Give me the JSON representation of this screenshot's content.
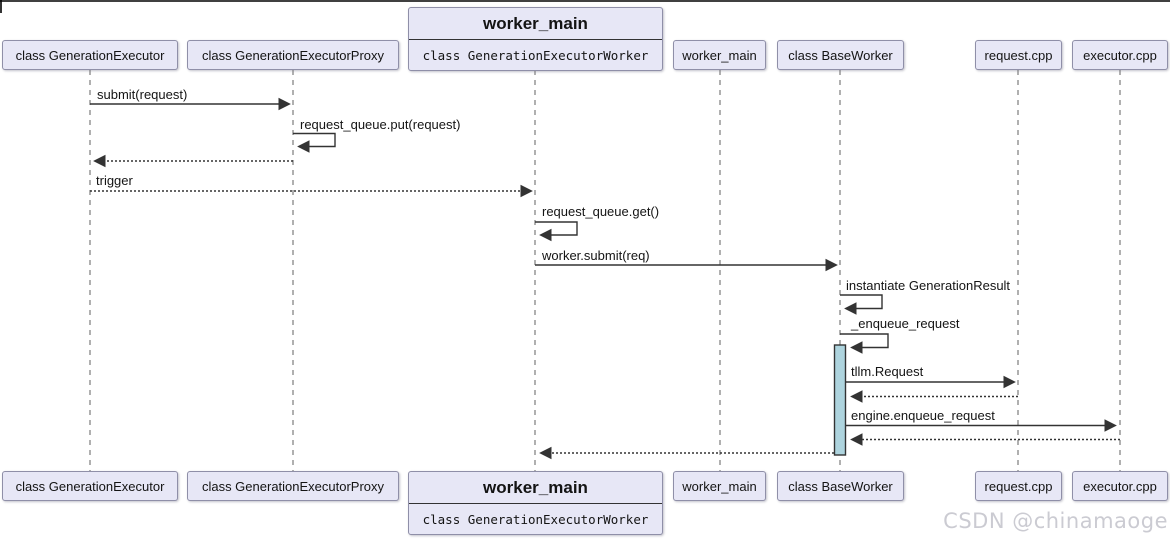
{
  "watermark": "CSDN @chinamaoge",
  "colors": {
    "participant_fill": "#e7e7f6",
    "participant_border": "#8f8fa8",
    "text": "#141414",
    "line": "#333333",
    "lifeline": "#9d9d9d",
    "activation_fill": "#aed4de",
    "watermark": "#cbcbd2",
    "frame": "#000000"
  },
  "participants": {
    "generation_executor": "class GenerationExecutor",
    "generation_executor_proxy": "class GenerationExecutorProxy",
    "worker_main_title": "worker_main",
    "worker_main_subtitle": "class GenerationExecutorWorker",
    "worker_main": "worker_main",
    "base_worker": "class BaseWorker",
    "request_cpp": "request.cpp",
    "executor_cpp": "executor.cpp"
  },
  "messages": {
    "submit": "submit(request)",
    "request_queue_put": "request_queue.put(request)",
    "trigger": "trigger",
    "request_queue_get": "request_queue.get()",
    "worker_submit": "worker.submit(req)",
    "instantiate_generation_result": "instantiate GenerationResult",
    "enqueue_request": "_enqueue_request",
    "tllm_request": "tllm.Request",
    "engine_enqueue_request": "engine.enqueue_request"
  }
}
